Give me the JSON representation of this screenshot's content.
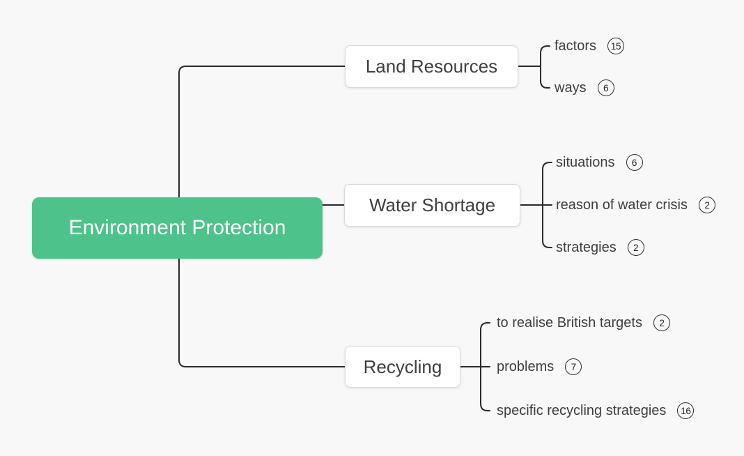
{
  "canvas": {
    "background_color": "#f8f8f8",
    "line_color": "#2a2a2a"
  },
  "root": {
    "label": "Environment Protection",
    "fill_color": "#4dc28b",
    "text_color": "#ffffff"
  },
  "branches": [
    {
      "label": "Land Resources",
      "children": [
        {
          "label": "factors",
          "count": "15"
        },
        {
          "label": "ways",
          "count": "6"
        }
      ]
    },
    {
      "label": "Water Shortage",
      "children": [
        {
          "label": "situations",
          "count": "6"
        },
        {
          "label": "reason of water crisis",
          "count": "2"
        },
        {
          "label": "strategies",
          "count": "2"
        }
      ]
    },
    {
      "label": "Recycling",
      "children": [
        {
          "label": "to realise British targets",
          "count": "2"
        },
        {
          "label": "problems",
          "count": "7"
        },
        {
          "label": "specific recycling strategies",
          "count": "16"
        }
      ]
    }
  ]
}
